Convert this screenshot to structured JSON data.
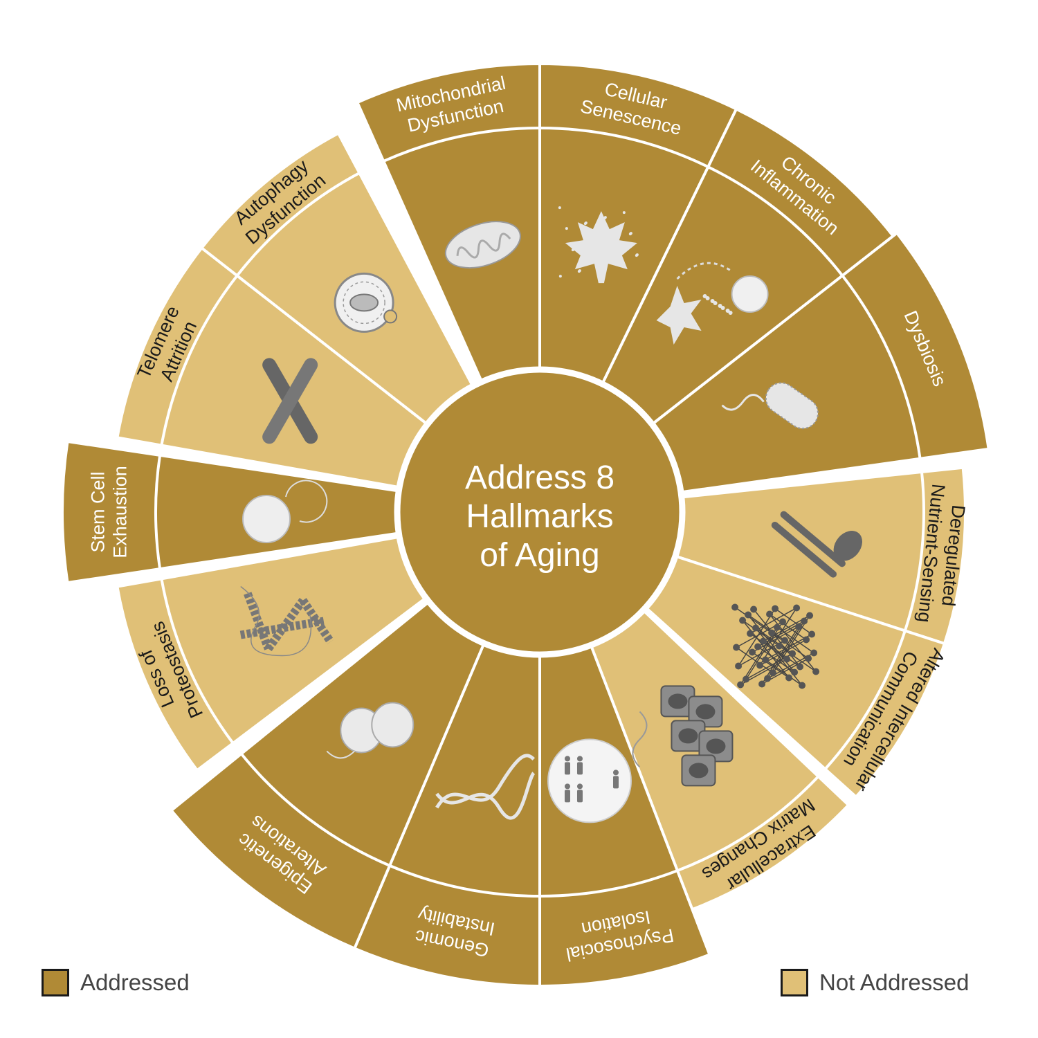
{
  "center": {
    "lines": [
      "Address 8",
      "Hallmarks",
      "of Aging"
    ]
  },
  "colors": {
    "addressed": "#b08a36",
    "not_addressed": "#e0c077",
    "icon": "#dedede",
    "dark_icon": "#666666"
  },
  "legend": {
    "addressed_label": "Addressed",
    "not_addressed_label": "Not Addressed"
  },
  "segments": [
    {
      "id": "mitochondrial-dysfunction",
      "label": [
        "Mitochondrial",
        "Dysfunction"
      ],
      "status": "addressed",
      "icon": "mitochondria-icon"
    },
    {
      "id": "cellular-senescence",
      "label": [
        "Cellular",
        "Senescence"
      ],
      "status": "addressed",
      "icon": "maple-leaf-icon"
    },
    {
      "id": "chronic-inflammation",
      "label": [
        "Chronic",
        "Inflammation"
      ],
      "status": "addressed",
      "icon": "inflammation-cells-icon"
    },
    {
      "id": "dysbiosis",
      "label": [
        "Dysbiosis"
      ],
      "status": "addressed",
      "icon": "bacterium-icon"
    },
    {
      "id": "deregulated-nutrient-sensing",
      "label": [
        "Deregulated",
        "Nutrient-Sensing"
      ],
      "status": "not_addressed",
      "icon": "cutlery-icon"
    },
    {
      "id": "altered-intercellular-communication",
      "label": [
        "Altered Intercellular",
        "Communication"
      ],
      "status": "not_addressed",
      "icon": "network-icon"
    },
    {
      "id": "extracellular-matrix-changes",
      "label": [
        "Extracellular",
        "Matrix Changes"
      ],
      "status": "not_addressed",
      "icon": "tissue-cells-icon"
    },
    {
      "id": "psychosocial-isolation",
      "label": [
        "Psychosocial",
        "Isolation"
      ],
      "status": "addressed",
      "icon": "isolated-people-icon"
    },
    {
      "id": "genomic-instability",
      "label": [
        "Genomic",
        "Instability"
      ],
      "status": "addressed",
      "icon": "dna-helix-icon"
    },
    {
      "id": "epigenetic-alterations",
      "label": [
        "Epigenetic",
        "Alterations"
      ],
      "status": "addressed",
      "icon": "nucleosome-icon"
    },
    {
      "id": "loss-of-proteostasis",
      "label": [
        "Loss of",
        "Proteostasis"
      ],
      "status": "not_addressed",
      "icon": "protein-icon"
    },
    {
      "id": "stem-cell-exhaustion",
      "label": [
        "Stem Cell",
        "Exhaustion"
      ],
      "status": "addressed",
      "icon": "stem-cell-icon"
    },
    {
      "id": "telomere-attrition",
      "label": [
        "Telomere",
        "Attrition"
      ],
      "status": "not_addressed",
      "icon": "chromosome-icon"
    },
    {
      "id": "autophagy-dysfunction",
      "label": [
        "Autophagy",
        "Dysfunction"
      ],
      "status": "not_addressed",
      "icon": "autophagosome-icon"
    }
  ]
}
